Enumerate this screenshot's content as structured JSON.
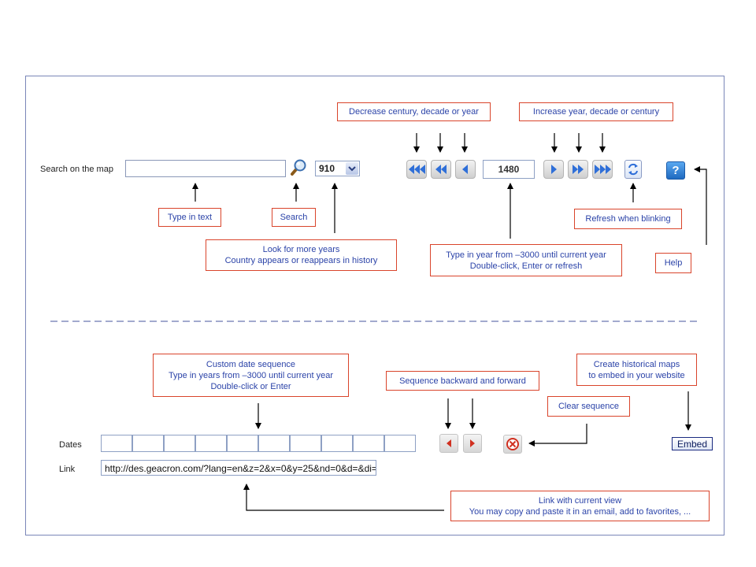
{
  "search": {
    "label": "Search on the map",
    "value": "",
    "year_select": "910"
  },
  "year_box": "1480",
  "callouts": {
    "decrease": "Decrease century, decade or year",
    "increase": "Increase year, decade or century",
    "type_text": "Type in text",
    "search": "Search",
    "refresh": "Refresh when blinking",
    "more_years_1": "Look for more years",
    "more_years_2": "Country appears or reappears in history",
    "type_year_1": "Type in year from –3000 until current year",
    "type_year_2": "Double-click, Enter or refresh",
    "help": "Help",
    "custom_seq_1": "Custom date sequence",
    "custom_seq_2": "Type in years from –3000 until current year",
    "custom_seq_3": "Double-click or Enter",
    "seq_back_fwd": "Sequence backward and forward",
    "create_maps_1": "Create historical maps",
    "create_maps_2": "to embed in your website",
    "clear_seq": "Clear sequence",
    "link_view_1": "Link with current view",
    "link_view_2": "You may copy and paste it in an email, add to favorites, ..."
  },
  "dates_label": "Dates",
  "link_label": "Link",
  "link_value": "http://des.geacron.com/?lang=en&z=2&x=0&y=25&nd=0&d=&di=",
  "embed_label": "Embed",
  "colors": {
    "callout_border": "#d9442b",
    "callout_text": "#2b43a8",
    "frame_border": "#7a86b8",
    "arrow_blue": "#2f6fd8",
    "help_blue": "#2a7fd4",
    "clear_red": "#d03020"
  },
  "icons": [
    "magnifier-icon",
    "first-icon",
    "prev-fast-icon",
    "prev-icon",
    "next-icon",
    "next-fast-icon",
    "last-icon",
    "refresh-icon",
    "help-icon",
    "clear-icon"
  ]
}
